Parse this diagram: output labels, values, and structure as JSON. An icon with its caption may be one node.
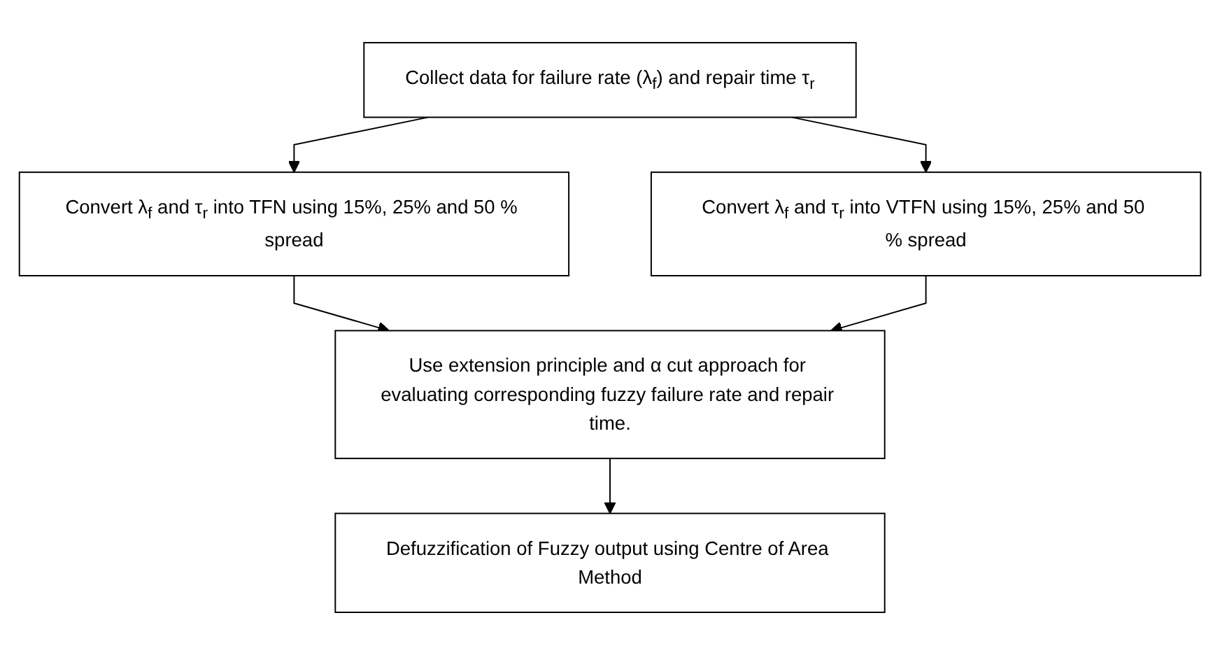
{
  "diagram": {
    "nodes": [
      {
        "text": [
          "Collect data for failure rate (λ$_{f}$) and repair time τ$_{r}$"
        ]
      },
      {
        "text": [
          "Convert λ$_{f}$ and τ$_{r}$ into TFN using 15%, 25% and 50 % spread"
        ]
      },
      {
        "text": [
          "Convert λ$_{f}$ and τ$_{r}$ into VTFN using 15%, 25% and 50 % spread"
        ]
      },
      {
        "text": [
          "Use extension principle and α cut approach for evaluating corresponding fuzzy failure rate and repair time."
        ]
      },
      {
        "text": [
          "Defuzzification of Fuzzy output using Centre of Area Method"
        ]
      }
    ],
    "edges": [
      {
        "from": 0,
        "to": 1,
        "arrow": "to"
      },
      {
        "from": 0,
        "to": 2,
        "arrow": "to"
      },
      {
        "from": 1,
        "to": 3,
        "arrow": "to"
      },
      {
        "from": 2,
        "to": 3,
        "arrow": "to"
      },
      {
        "from": 3,
        "to": 4,
        "arrow": "to"
      }
    ]
  }
}
